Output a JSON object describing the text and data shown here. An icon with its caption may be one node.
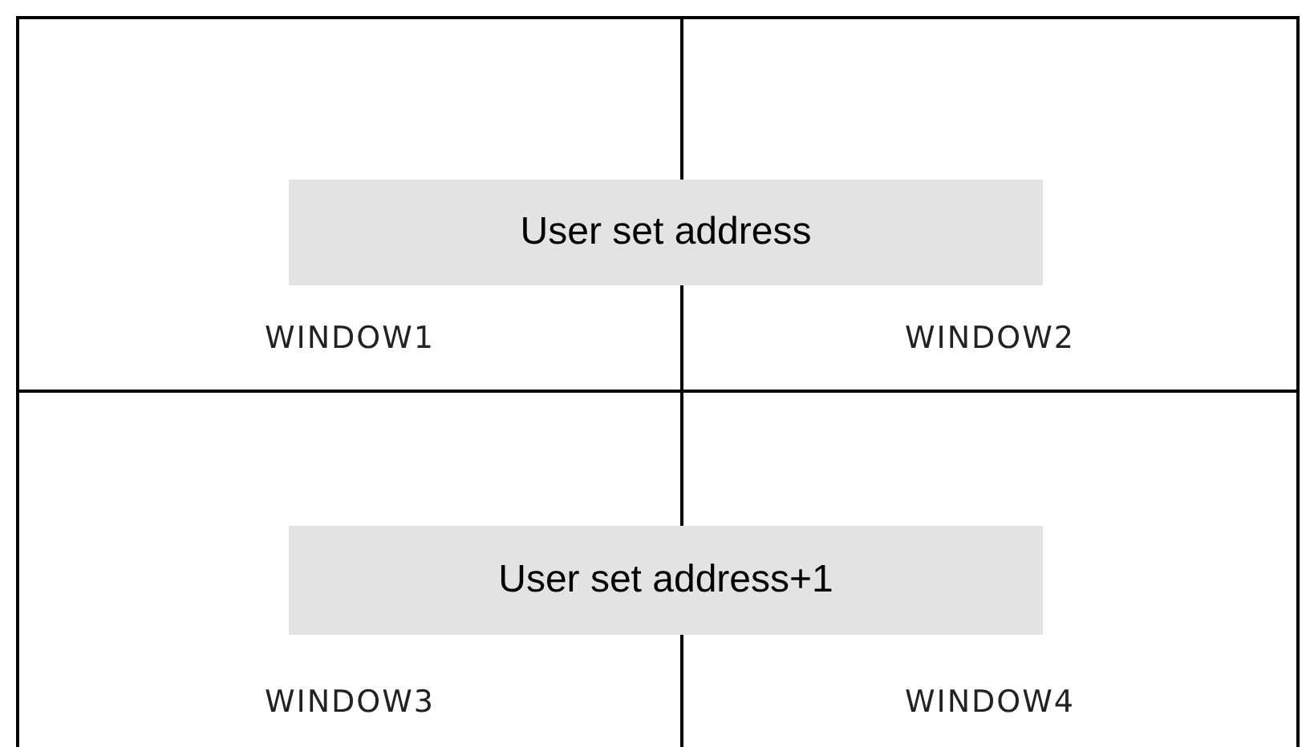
{
  "diagram": {
    "nodes": [
      {
        "text": [
          "User set address"
        ]
      },
      {
        "text": [
          "WINDOW1"
        ]
      },
      {
        "text": [
          "WINDOW2"
        ]
      },
      {
        "text": [
          "User set address+1"
        ]
      },
      {
        "text": [
          "WINDOW3"
        ]
      },
      {
        "text": [
          "WINDOW4"
        ]
      }
    ]
  }
}
